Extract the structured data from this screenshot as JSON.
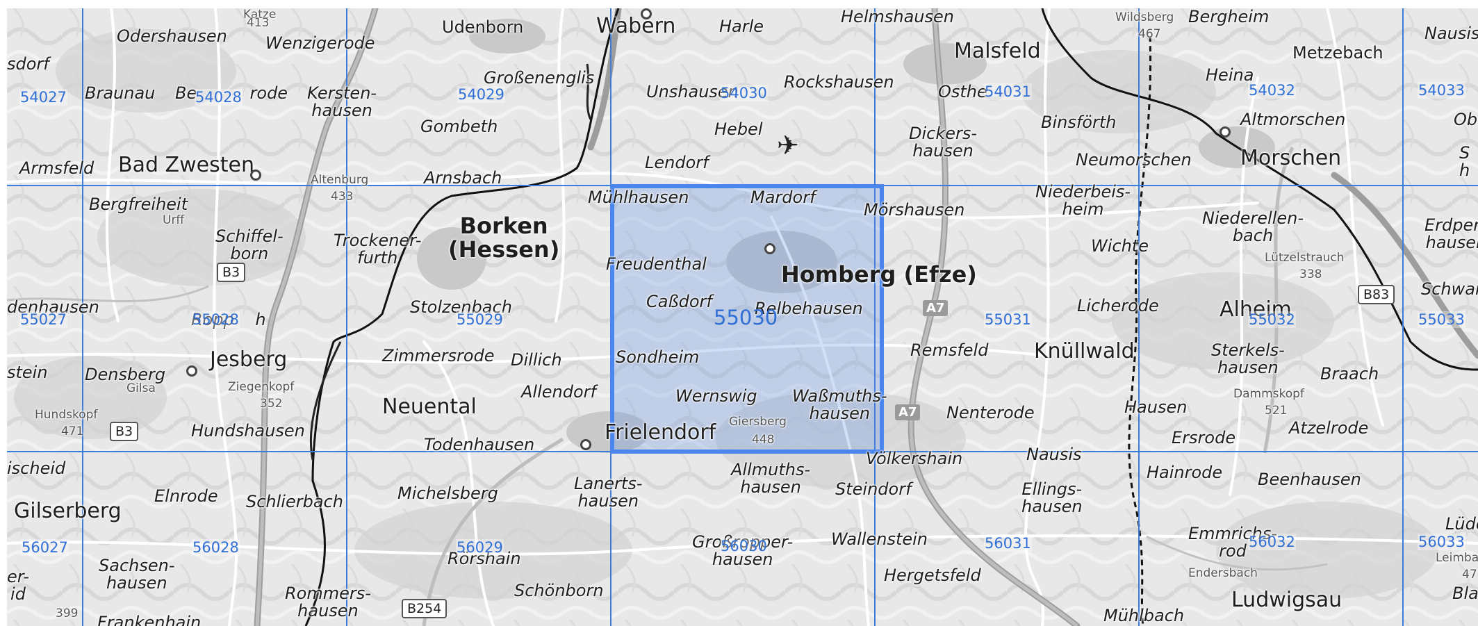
{
  "grid": {
    "cells": [
      {
        "id": "54027"
      },
      {
        "id": "54028"
      },
      {
        "id": "54029"
      },
      {
        "id": "54030"
      },
      {
        "id": "54031"
      },
      {
        "id": "54032"
      },
      {
        "id": "54033"
      },
      {
        "id": "55027"
      },
      {
        "id": "55028"
      },
      {
        "id": "55029"
      },
      {
        "id": "55030",
        "selected": true
      },
      {
        "id": "55031"
      },
      {
        "id": "55032"
      },
      {
        "id": "55033"
      },
      {
        "id": "56027"
      },
      {
        "id": "56028"
      },
      {
        "id": "56029"
      },
      {
        "id": "56030"
      },
      {
        "id": "56031"
      },
      {
        "id": "56032"
      },
      {
        "id": "56033"
      }
    ],
    "selected": "55030",
    "line_color": "#3b7ddd",
    "highlight_color": "#4a86ee"
  },
  "places": {
    "odershausen": "Odershausen",
    "wenzigerode": "Wenzigerode",
    "udenborn": "Udenborn",
    "wabern": "Wabern",
    "harle": "Harle",
    "helmshausen": "Helmshausen",
    "malsfeld": "Malsfeld",
    "bergheim": "Bergheim",
    "nausis": "Nausis",
    "metzebach": "Metzebach",
    "wildsberg": "Wildsberg",
    "wildsberg_h": "467",
    "katze": "Katze",
    "katze_h": "413",
    "sdorf": "sdorf",
    "braunau": "Braunau",
    "berode": "Be          rode",
    "kerstenhausen": "Kersten-\nhausen",
    "grossenenglis": "Großenenglis",
    "unshausen": "Unshausen",
    "rockshausen": "Rockshausen",
    "ostheim": "Osthe",
    "heina": "Heina",
    "altmorschen": "Altmorschen",
    "obe": "Obe",
    "gombeth": "Gombeth",
    "hebel": "Hebel",
    "binsfoerth": "Binsförth",
    "dickershausen": "Dickers-\nhausen",
    "armsfeld": "Armsfeld",
    "badzwesten": "Bad Zwesten",
    "altenburg": "Altenburg",
    "altenburg_h": "433",
    "arnsbach": "Arnsbach",
    "lendorf": "Lendorf",
    "neumorschen": "Neumorschen",
    "morschen": "Morschen",
    "sh": "S\nh",
    "bergfreiheit": "Bergfreiheit",
    "muehlhausen": "Mühlhausen",
    "mardorf": "Mardorf",
    "moerhausen": "Mörshausen",
    "niederbeisheim": "Niederbeis-\nheim",
    "niederellenbach": "Niederellen-\nbach",
    "erdpen": "Erdpen\nhauser",
    "borken": "Borken\n(Hessen)",
    "schiffelborn": "Schiffel-\nborn",
    "trockenerfurth": "Trockener-\nfurth",
    "freudenthal": "Freudenthal",
    "homberg": "Homberg (Efze)",
    "wichte": "Wichte",
    "luetzelstrauch": "Lützelstrauch",
    "luetzelstrauch_h": "338",
    "schwarz": "Schwarz",
    "denhausen": "denhausen",
    "ropperhausen": "Ropp    h",
    "stolzenbach": "Stolzenbach",
    "cassdorf": "Caßdorf",
    "relbehausen": "Relbehausen",
    "licherode": "Licherode",
    "alheim": "Alheim",
    "zimmersrode": "Zimmersrode",
    "dillich": "Dillich",
    "remsfeld": "Remsfeld",
    "knuellwald": "Knüllwald",
    "sterkelshausen": "Sterkels-\nhausen",
    "stein": "stein",
    "densberg": "Densberg",
    "jesberg": "Jesberg",
    "sondheim": "Sondheim",
    "braach": "Braach",
    "ziegenkopf": "Ziegenkopf",
    "ziegenkopf_h": "352",
    "allendorf": "Allendorf",
    "wernswig": "Wernswig",
    "wassmuthshausen": "Waßmuths-\nhausen",
    "dammskopf": "Dammskopf",
    "dammskopf_h": "521",
    "hundskopf": "Hundskopf",
    "hundskopf_h": "471",
    "neuental": "Neuental",
    "nenterode": "Nenterode",
    "hausen": "Hausen",
    "atzelrode": "Atzelrode",
    "hundshausen": "Hundshausen",
    "frielendorf": "Frielendorf",
    "giersberg": "Giersberg",
    "giersberg_h": "448",
    "ersrode": "Ersrode",
    "todenhausen": "Todenhausen",
    "voelkershain": "Völkershain",
    "nausis2": "Nausis",
    "ischeid": "ischeid",
    "allmuthshausen": "Allmuths-\nhausen",
    "hainrode": "Hainrode",
    "beenhausen": "Beenhausen",
    "elnrode": "Elnrode",
    "schlierbach": "Schlierbach",
    "michelsberg": "Michelsberg",
    "lanertshausen": "Lanerts-\nhausen",
    "steindorf": "Steindorf",
    "ellingshausen": "Ellings-\nhausen",
    "gilserberg": "Gilserberg",
    "emmrichsrod": "Emmrichs-\nrod",
    "luede": "Lüde",
    "grossropperhausen": "Großropper-\nhausen",
    "wallenstein": "Wallenstein",
    "leimbach": "Leimbach",
    "sachsenhausen": "Sachsen-\nhausen",
    "roerhain": "Rörshain",
    "er": "er-\nid",
    "hergetsfeld": "Hergetsfeld",
    "rommershausen": "Rommers-\nhausen",
    "schoenborn": "Schönborn",
    "ludwigsau": "Ludwigsau",
    "frankenhain": "Frankenhain",
    "muehlbach": "Mühlbach",
    "bla": "Bla",
    "h399": "399",
    "h47": "47",
    "urff": "Urff",
    "gilsa": "Gilsa",
    "endersbach": "Endersbach"
  },
  "roads": {
    "b3_a": "B3",
    "b3_b": "B3",
    "b83": "B83",
    "b254": "B254",
    "a7_a": "A7",
    "a7_b": "A7"
  },
  "icons": {
    "airport": "airport-icon"
  }
}
